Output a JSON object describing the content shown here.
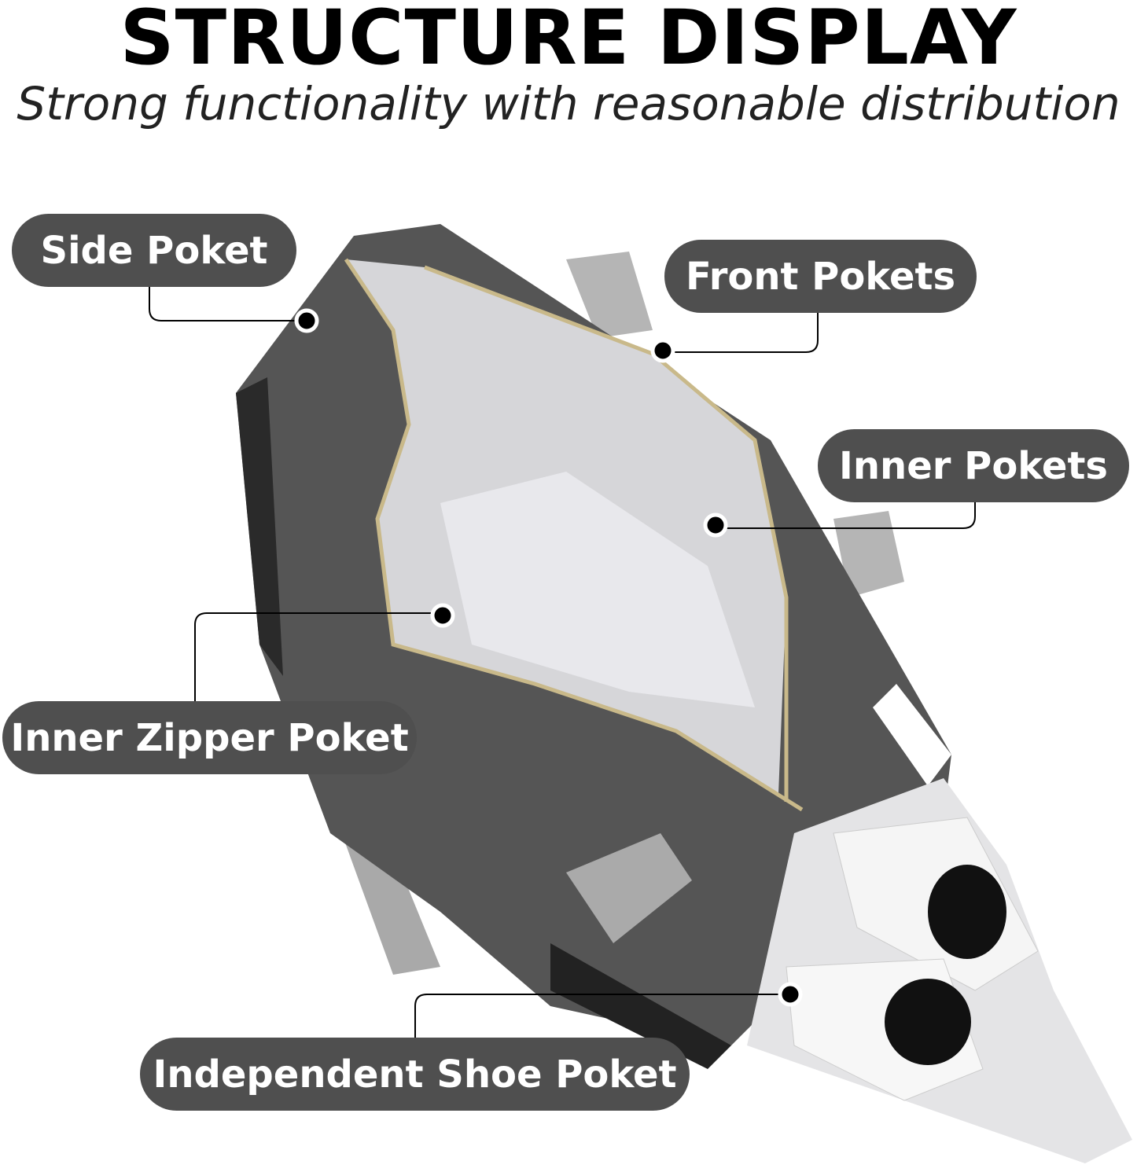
{
  "header": {
    "title": "STRUCTURE DISPLAY",
    "subtitle": "Strong functionality with reasonable distribution"
  },
  "callouts": [
    {
      "label": "Side Poket"
    },
    {
      "label": "Front Pokets"
    },
    {
      "label": "Inner Pokets"
    },
    {
      "label": "Inner Zipper Poket"
    },
    {
      "label": "Independent Shoe Poket"
    }
  ],
  "colors": {
    "pill": "#4f4f4f",
    "bag": "#555555",
    "lining": "#d6d6d9"
  }
}
